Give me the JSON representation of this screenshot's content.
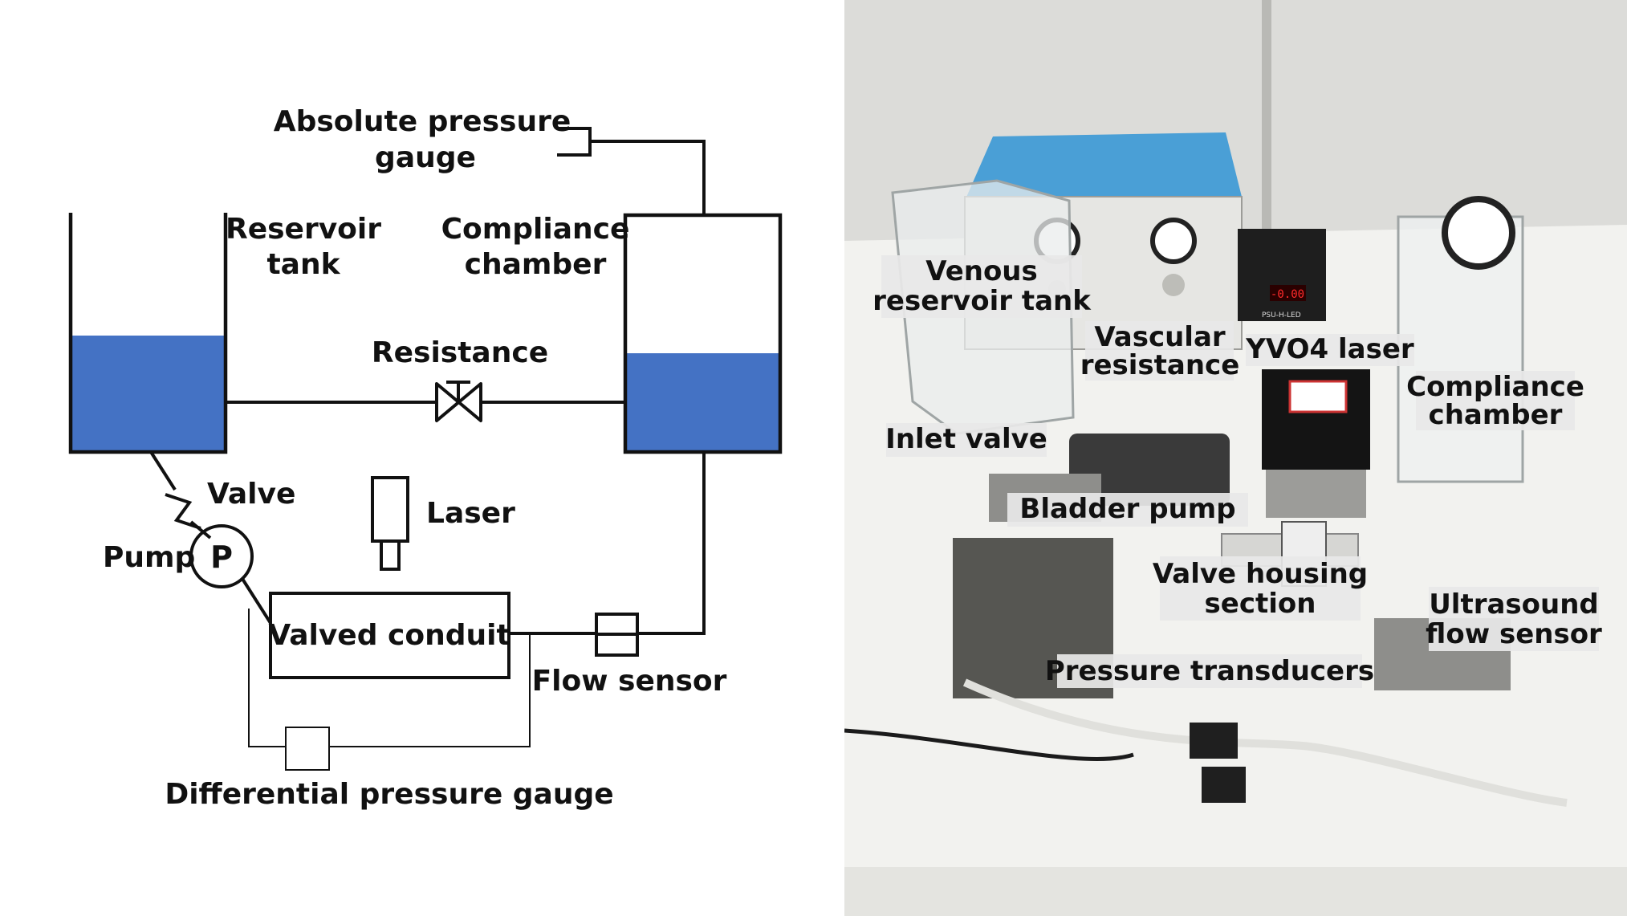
{
  "schematic": {
    "labels": {
      "absolute_gauge_line1": "Absolute pressure",
      "absolute_gauge_line2": "gauge",
      "reservoir_line1": "Reservoir",
      "reservoir_line2": "tank",
      "compliance_line1": "Compliance",
      "compliance_line2": "chamber",
      "resistance": "Resistance",
      "valve": "Valve",
      "pump": "Pump",
      "pump_symbol": "P",
      "laser": "Laser",
      "valved_conduit": "Valved conduit",
      "flow_sensor": "Flow sensor",
      "diff_gauge": "Differential pressure gauge"
    },
    "colors": {
      "water": "#4472c4",
      "line": "#111111"
    }
  },
  "photo": {
    "labels": {
      "venous_line1": "Venous",
      "venous_line2": "reservoir tank",
      "vascular_line1": "Vascular",
      "vascular_line2": "resistance",
      "laser": "YVO4 laser",
      "compliance_line1": "Compliance",
      "compliance_line2": "chamber",
      "inlet_valve": "Inlet valve",
      "bladder_pump": "Bladder pump",
      "valve_housing_line1": "Valve housing",
      "valve_housing_line2": "section",
      "ultrasound_line1": "Ultrasound",
      "ultrasound_line2": "flow sensor",
      "pressure_transducers": "Pressure transducers",
      "laser_display": "-0.00",
      "laser_device_text": "PSU-H-LED"
    },
    "colors": {
      "label_bg": "#e8e8e8",
      "wall": "#dcdcd9",
      "table": "#f2f2ef",
      "blue_lid": "#4a9fd6"
    }
  }
}
